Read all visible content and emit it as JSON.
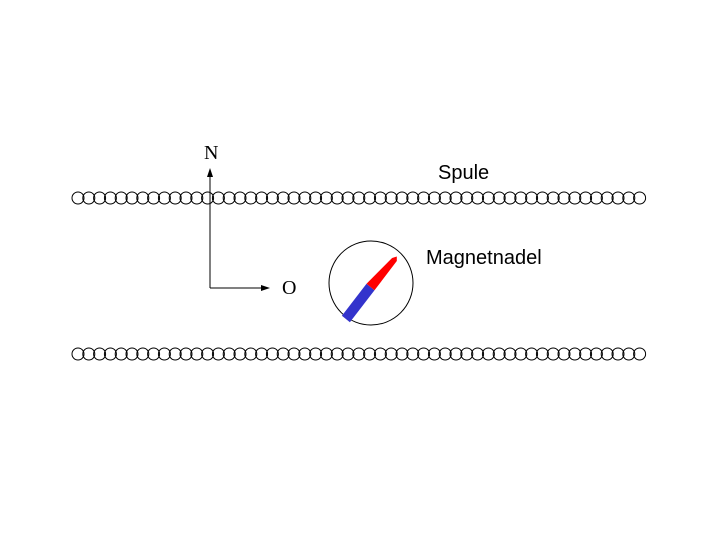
{
  "labels": {
    "north": "N",
    "east": "O",
    "coil": "Spule",
    "needle": "Magnetnadel"
  },
  "colors": {
    "needle_north": "#ff0000",
    "needle_south": "#3333cc",
    "line": "#000000",
    "background": "#ffffff"
  }
}
